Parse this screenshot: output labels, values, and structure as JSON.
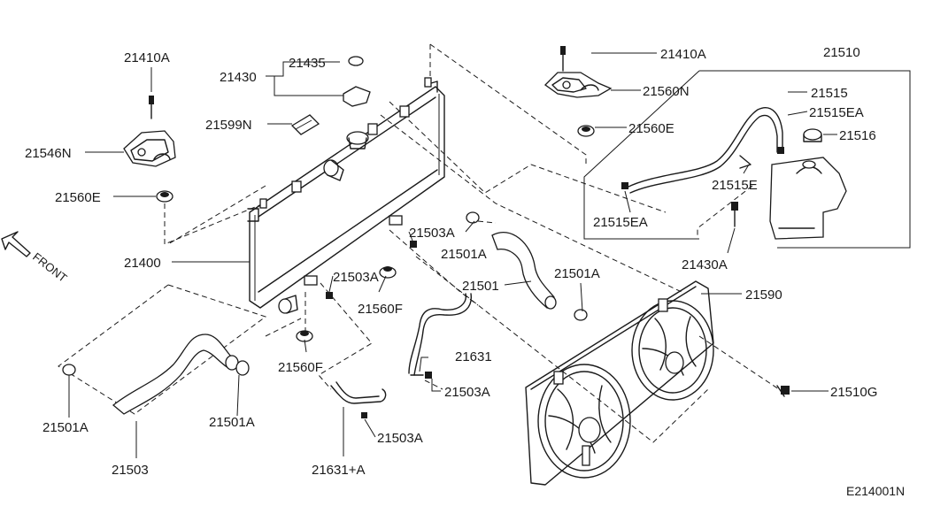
{
  "labels": {
    "p21410A_left": "21410A",
    "p21546N": "21546N",
    "p21560E_left": "21560E",
    "p21430": "21430",
    "p21435": "21435",
    "p21599N": "21599N",
    "p21400": "21400",
    "p21503A_top": "21503A",
    "p21501A_mid": "21501A",
    "p21503A_mid": "21503A",
    "p21560F_mid": "21560F",
    "p21560F_low": "21560F",
    "p21501": "21501",
    "p21501A_right": "21501A",
    "p21631": "21631",
    "p21503A_low": "21503A",
    "p21503A_bottom": "21503A",
    "p21631A": "21631+A",
    "p21501A_bl": "21501A",
    "p21501A_bc": "21501A",
    "p21503": "21503",
    "p21410A_right": "21410A",
    "p21560N": "21560N",
    "p21560E_right": "21560E",
    "p21510": "21510",
    "p21515": "21515",
    "p21515EA_top": "21515EA",
    "p21516": "21516",
    "p21515E": "21515E",
    "p21515EA_low": "21515EA",
    "p21430A": "21430A",
    "p21590": "21590",
    "p21510G": "21510G",
    "front": "FRONT",
    "diagram_id": "E214001N"
  }
}
